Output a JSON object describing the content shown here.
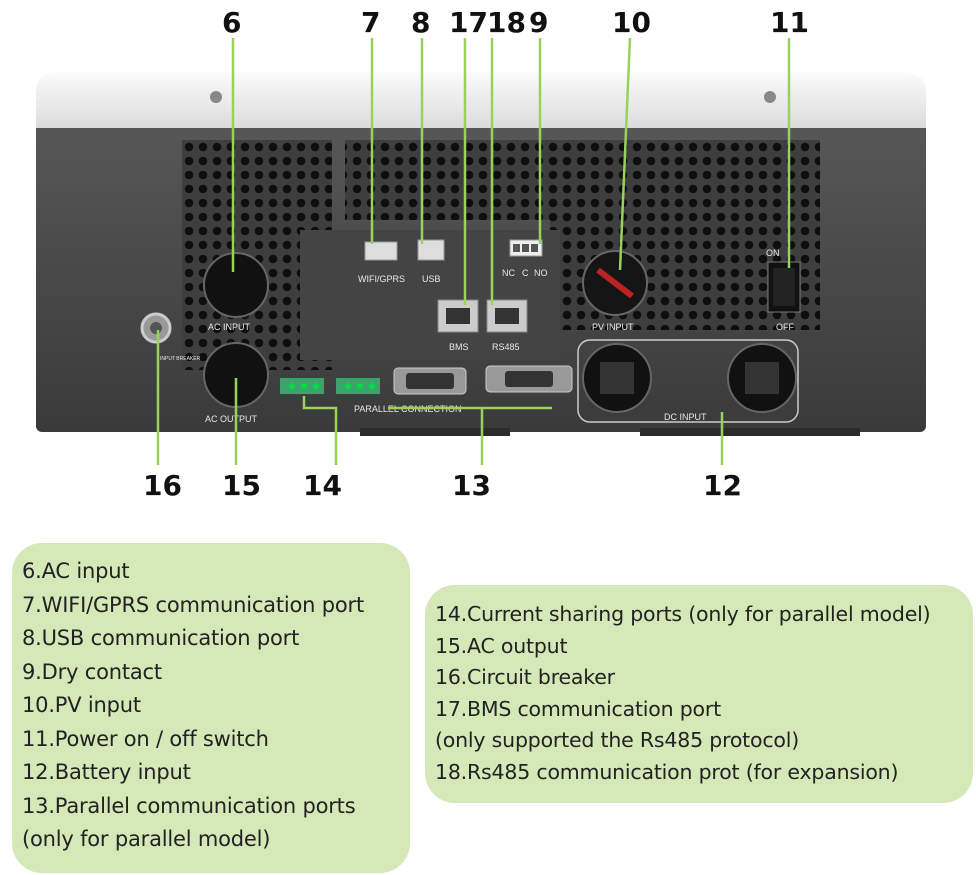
{
  "callouts": [
    {
      "id": "6",
      "label": "6"
    },
    {
      "id": "7",
      "label": "7"
    },
    {
      "id": "8",
      "label": "8"
    },
    {
      "id": "17",
      "label": "17"
    },
    {
      "id": "18",
      "label": "18"
    },
    {
      "id": "9",
      "label": "9"
    },
    {
      "id": "10",
      "label": "10"
    },
    {
      "id": "11",
      "label": "11"
    },
    {
      "id": "16",
      "label": "16"
    },
    {
      "id": "15",
      "label": "15"
    },
    {
      "id": "14",
      "label": "14"
    },
    {
      "id": "13",
      "label": "13"
    },
    {
      "id": "12",
      "label": "12"
    }
  ],
  "panel_labels": {
    "ac_input": "AC INPUT",
    "ac_output": "AC OUTPUT",
    "wifi_gprs": "WIFI/GPRS",
    "usb": "USB",
    "bms": "BMS",
    "rs485": "RS485",
    "nc": "NC",
    "c": "C",
    "no": "NO",
    "pv_input": "PV INPUT",
    "on": "ON",
    "off": "OFF",
    "parallel_connection": "PARALLEL  CONNECTION",
    "dc_input": "DC  INPUT",
    "input_breaker": "INPUT BREAKER"
  },
  "legend_left": [
    "6.AC input",
    "7.WIFI/GPRS communication port",
    "8.USB communication port",
    "9.Dry contact",
    "10.PV input",
    "11.Power on / off switch",
    "12.Battery input",
    "13.Parallel communication ports",
    "(only for parallel model)"
  ],
  "legend_right": [
    "14.Current sharing ports (only for parallel model)",
    "15.AC output",
    "16.Circuit breaker",
    "17.BMS communication  port",
    "(only supported the Rs485 protocol)",
    "18.Rs485 communication prot (for expansion)"
  ],
  "colors": {
    "legend_bg": "#d5e8b8",
    "callout_green": "#8fd14f",
    "body_dark": "#4a4a4a",
    "top_cover": "#f2f2f2"
  }
}
